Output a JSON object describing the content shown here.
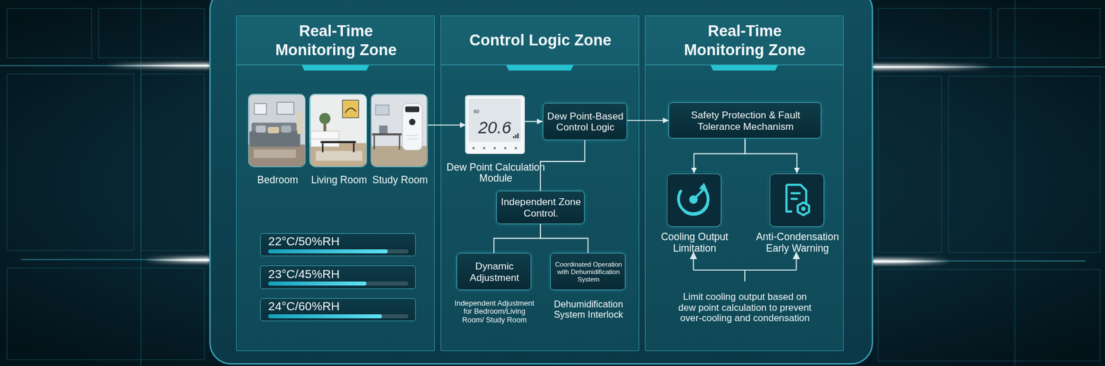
{
  "diagram": {
    "nodes": [
      {
        "text": [
          "Real-Time Monitoring Zone"
        ]
      },
      {
        "text": [
          "Bedroom"
        ],
        "in": 0
      },
      {
        "text": [
          "Living Room"
        ],
        "in": 0
      },
      {
        "text": [
          "Study Room"
        ],
        "in": 0
      },
      {
        "text": [
          "22°C/50%RH"
        ],
        "in": 0
      },
      {
        "text": [
          "23°C/45%RH"
        ],
        "in": 0
      },
      {
        "text": [
          "24°C/60%RH"
        ],
        "in": 0
      },
      {
        "text": [
          "Control Logic Zone"
        ]
      },
      {
        "text": [
          "Dew Point Calculation Module"
        ],
        "in": 7
      },
      {
        "text": [
          "Dew Point-Based Control Logic"
        ],
        "in": 7
      },
      {
        "text": [
          "Independent Zone Control."
        ],
        "in": 7
      },
      {
        "text": [
          "Dynamic Adjustment",
          "Independent Adjustment for Bedroom/Living Room/ Study Room"
        ],
        "in": 7
      },
      {
        "text": [
          "Coordinated Operation with Dehumidification System",
          "Dehumidification System Interlock"
        ],
        "in": 7
      },
      {
        "text": [
          "Real-Time Monitoring Zone"
        ]
      },
      {
        "text": [
          "Safety Protection & Fault Tolerance Mechanism"
        ],
        "in": 13
      },
      {
        "text": [
          "Cooling Output Limitation"
        ],
        "in": 13
      },
      {
        "text": [
          "Anti-Condensation Early Warning"
        ],
        "in": 13
      }
    ],
    "edges": [
      {
        "from": 3,
        "to": 8,
        "arrow": "to"
      },
      {
        "from": 8,
        "to": 9,
        "arrow": "to"
      },
      {
        "from": 9,
        "to": 14,
        "arrow": "to"
      },
      {
        "from": 9,
        "to": 10,
        "arrow": "none"
      },
      {
        "from": 10,
        "to": 11,
        "arrow": "none"
      },
      {
        "from": 10,
        "to": 12,
        "arrow": "none"
      },
      {
        "from": 14,
        "to": 15,
        "arrow": "to"
      },
      {
        "from": 14,
        "to": 16,
        "arrow": "to"
      }
    ],
    "labels": [
      "60",
      "20.6",
      "Limit cooling output based on dew point calculation to prevent over-cooling and condensation"
    ]
  }
}
